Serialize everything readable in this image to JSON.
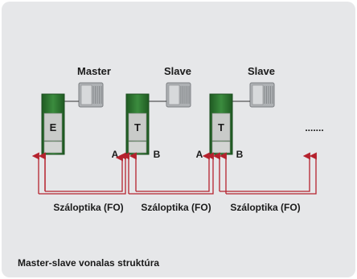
{
  "nodes": [
    {
      "role": "Master",
      "module": "E"
    },
    {
      "role": "Slave",
      "module": "T"
    },
    {
      "role": "Slave",
      "module": "T"
    }
  ],
  "port_labels": [
    "A",
    "B",
    "A",
    "B"
  ],
  "fiber_label": "Száloptika (FO)",
  "continuation": ".......",
  "caption": "Master-slave vonalas struktúra",
  "colors": {
    "background": "#e6e7e9",
    "module_green": "#2e7d32",
    "module_gray": "#c9cbc9",
    "fiber_red": "#b5222e",
    "computer_gray": "#aeb1b4",
    "text": "#1a1a1a"
  },
  "icons": [
    "industrial-computer-icon",
    "arrow-up-icon"
  ]
}
